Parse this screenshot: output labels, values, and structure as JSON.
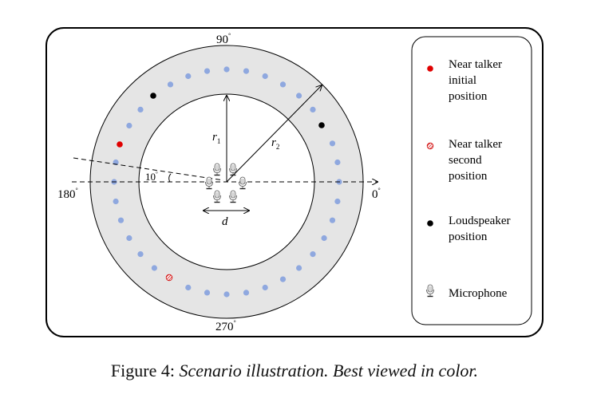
{
  "diagram": {
    "angles": {
      "top": "90",
      "left": "180",
      "right": "0",
      "bottom": "270",
      "deg": "°"
    },
    "radii": {
      "r1_base": "r",
      "r1_sub": "1",
      "r2_base": "r",
      "r2_sub": "2"
    },
    "tilt_angle": {
      "value": "10",
      "deg": "°"
    },
    "spacing": "d",
    "colors": {
      "ring_fill": "#e5e5e5",
      "dot_blue": "#8fa8df",
      "near_talker": "#e00000",
      "loudspeaker": "#000000"
    }
  },
  "legend": {
    "items": [
      {
        "icon": "red-dot-icon",
        "lines": [
          "Near talker",
          "initial",
          "position"
        ]
      },
      {
        "icon": "red-hatched-dot-icon",
        "lines": [
          "Near talker",
          "second",
          "position"
        ]
      },
      {
        "icon": "black-dot-icon",
        "lines": [
          "Loudspeaker",
          "position"
        ]
      },
      {
        "icon": "microphone-icon",
        "lines": [
          "Microphone"
        ]
      }
    ]
  },
  "caption": {
    "label": "Figure 4:",
    "text": "Scenario illustration. Best viewed in color."
  }
}
